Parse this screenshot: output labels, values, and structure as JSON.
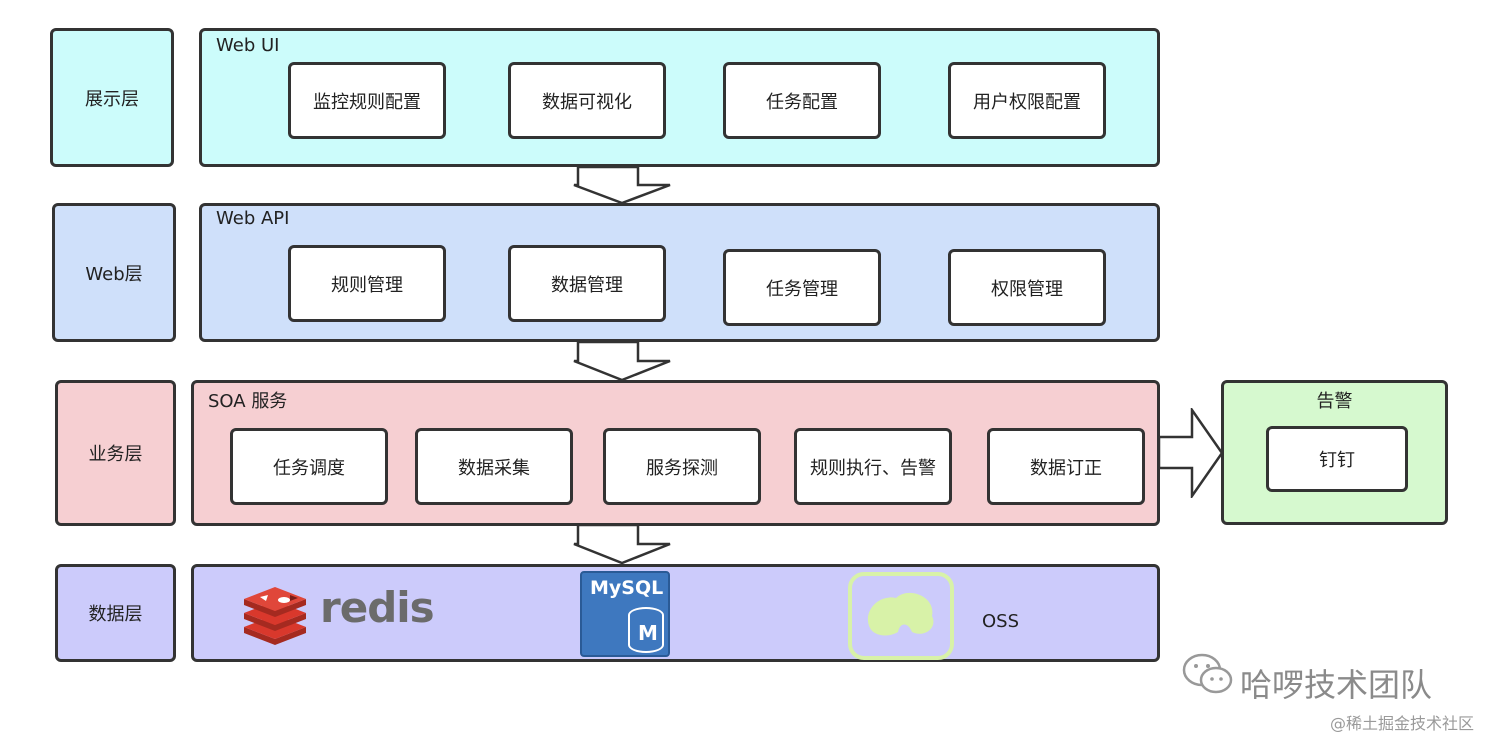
{
  "layers": {
    "display": {
      "label": "展示层",
      "panel_title": "Web UI",
      "items": [
        "监控规则配置",
        "数据可视化",
        "任务配置",
        "用户权限配置"
      ]
    },
    "web": {
      "label": "Web层",
      "panel_title": "Web API",
      "items": [
        "规则管理",
        "数据管理",
        "任务管理",
        "权限管理"
      ]
    },
    "business": {
      "label": "业务层",
      "panel_title": "SOA 服务",
      "items": [
        "任务调度",
        "数据采集",
        "服务探测",
        "规则执行、告警",
        "数据订正"
      ]
    },
    "data": {
      "label": "数据层",
      "redis_text": "redis",
      "mysql_text": "MySQL",
      "mysql_badge": "M",
      "oss_text": "OSS"
    }
  },
  "alert": {
    "title": "告警",
    "items": [
      "钉钉"
    ]
  },
  "watermark": {
    "brand": "哈啰技术团队",
    "credit": "@稀土掘金技术社区"
  },
  "colors": {
    "display": "#ccfcfb",
    "web": "#cfe0fa",
    "business": "#f6cfd2",
    "data": "#cccbfb",
    "alert": "#d6f9cf",
    "border": "#333333",
    "redis_red": "#d9382c",
    "redis_text": "#6b6b6b",
    "mysql_blue": "#3e78bf",
    "oss_green": "#d8f2a8"
  }
}
